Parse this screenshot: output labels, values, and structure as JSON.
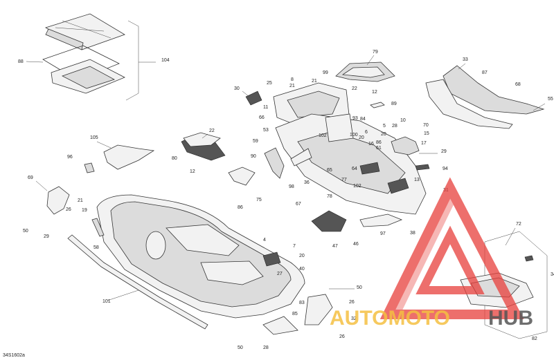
{
  "diagram": {
    "reference_code": "34S1602a",
    "part_labels": [
      {
        "id": "p104",
        "text": "104"
      },
      {
        "id": "p88",
        "text": "88"
      },
      {
        "id": "p79",
        "text": "79"
      },
      {
        "id": "p22a",
        "text": "22"
      },
      {
        "id": "p12a",
        "text": "12"
      },
      {
        "id": "p33",
        "text": "33"
      },
      {
        "id": "p87",
        "text": "87"
      },
      {
        "id": "p68",
        "text": "68"
      },
      {
        "id": "p55",
        "text": "55"
      },
      {
        "id": "p30",
        "text": "30"
      },
      {
        "id": "p25",
        "text": "25"
      },
      {
        "id": "p8",
        "text": "8"
      },
      {
        "id": "p21a",
        "text": "21"
      },
      {
        "id": "p99",
        "text": "99"
      },
      {
        "id": "p21b",
        "text": "21"
      },
      {
        "id": "p11",
        "text": "11"
      },
      {
        "id": "p66",
        "text": "66"
      },
      {
        "id": "p89",
        "text": "89"
      },
      {
        "id": "p93",
        "text": "93"
      },
      {
        "id": "p84",
        "text": "84"
      },
      {
        "id": "p53",
        "text": "53"
      },
      {
        "id": "p102a",
        "text": "102"
      },
      {
        "id": "p100",
        "text": "100"
      },
      {
        "id": "p6",
        "text": "6"
      },
      {
        "id": "p20a",
        "text": "20"
      },
      {
        "id": "p16",
        "text": "16"
      },
      {
        "id": "p86",
        "text": "86"
      },
      {
        "id": "p61",
        "text": "61"
      },
      {
        "id": "p5",
        "text": "5"
      },
      {
        "id": "p28a",
        "text": "28"
      },
      {
        "id": "p10",
        "text": "10"
      },
      {
        "id": "p70",
        "text": "70"
      },
      {
        "id": "p20b",
        "text": "20"
      },
      {
        "id": "p15",
        "text": "15"
      },
      {
        "id": "p17",
        "text": "17"
      },
      {
        "id": "p29",
        "text": "29"
      },
      {
        "id": "p94",
        "text": "94"
      },
      {
        "id": "p22b",
        "text": "22"
      },
      {
        "id": "p105",
        "text": "105"
      },
      {
        "id": "p80",
        "text": "80"
      },
      {
        "id": "p12b",
        "text": "12"
      },
      {
        "id": "p59",
        "text": "59"
      },
      {
        "id": "p90",
        "text": "90"
      },
      {
        "id": "p65",
        "text": "65"
      },
      {
        "id": "p64",
        "text": "64"
      },
      {
        "id": "p77",
        "text": "77"
      },
      {
        "id": "p102b",
        "text": "102"
      },
      {
        "id": "p96",
        "text": "96"
      },
      {
        "id": "p98",
        "text": "98"
      },
      {
        "id": "p36",
        "text": "36"
      },
      {
        "id": "p13",
        "text": "13"
      },
      {
        "id": "p31",
        "text": "31"
      },
      {
        "id": "p69",
        "text": "69"
      },
      {
        "id": "p21c",
        "text": "21"
      },
      {
        "id": "p19",
        "text": "19"
      },
      {
        "id": "p26a",
        "text": "26"
      },
      {
        "id": "p75",
        "text": "75"
      },
      {
        "id": "p86b",
        "text": "86"
      },
      {
        "id": "p67",
        "text": "67"
      },
      {
        "id": "p78",
        "text": "78"
      },
      {
        "id": "p50a",
        "text": "50"
      },
      {
        "id": "p29b",
        "text": "29"
      },
      {
        "id": "p58",
        "text": "58"
      },
      {
        "id": "p47",
        "text": "47"
      },
      {
        "id": "p46",
        "text": "46"
      },
      {
        "id": "p97",
        "text": "97"
      },
      {
        "id": "p38",
        "text": "38"
      },
      {
        "id": "p72",
        "text": "72"
      },
      {
        "id": "p34",
        "text": "34"
      },
      {
        "id": "p4",
        "text": "4"
      },
      {
        "id": "p7",
        "text": "7"
      },
      {
        "id": "p20c",
        "text": "20"
      },
      {
        "id": "p40",
        "text": "40"
      },
      {
        "id": "p27",
        "text": "27"
      },
      {
        "id": "p50b",
        "text": "50"
      },
      {
        "id": "p26b",
        "text": "26"
      },
      {
        "id": "p83",
        "text": "83"
      },
      {
        "id": "p85",
        "text": "85"
      },
      {
        "id": "p32",
        "text": "32"
      },
      {
        "id": "p26c",
        "text": "26"
      },
      {
        "id": "p101",
        "text": "101"
      },
      {
        "id": "p50c",
        "text": "50"
      },
      {
        "id": "p28b",
        "text": "28"
      },
      {
        "id": "p82",
        "text": "82"
      }
    ]
  },
  "watermark": {
    "brand_part1": "AUTOMOTO",
    "brand_part2": "HUB",
    "color_primary": "#e8403c",
    "color_secondary": "#f5c042",
    "color_dark": "#555555"
  }
}
